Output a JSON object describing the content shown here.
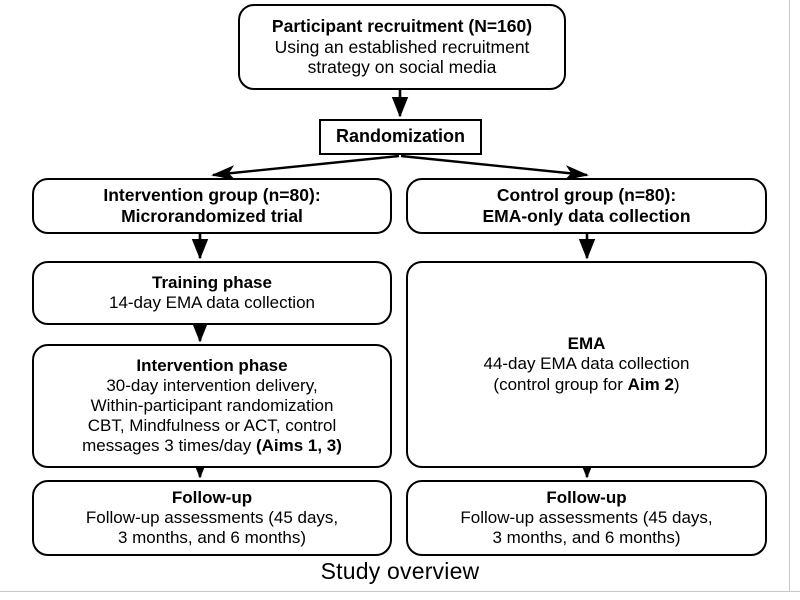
{
  "figure": {
    "caption": "Study overview",
    "stroke_color": "#000000",
    "background_color": "#ffffff",
    "frame_color": "#c8c8c8"
  },
  "nodes": {
    "recruitment": {
      "shape": "rounded-rect",
      "lines": [
        {
          "text": "Participant recruitment (N=160)",
          "bold": true
        },
        {
          "text": "Using an established recruitment",
          "bold": false
        },
        {
          "text": "strategy on social media",
          "bold": false
        }
      ]
    },
    "randomization": {
      "shape": "rect",
      "lines": [
        {
          "text": "Randomization",
          "bold": true
        }
      ]
    },
    "intervention_group": {
      "shape": "rounded-rect",
      "lines": [
        {
          "text": "Intervention group (n=80):",
          "bold": true
        },
        {
          "text": "Microrandomized trial",
          "bold": true
        }
      ]
    },
    "control_group": {
      "shape": "rounded-rect",
      "lines": [
        {
          "text": "Control group (n=80):",
          "bold": true
        },
        {
          "text": "EMA-only data collection",
          "bold": true
        }
      ]
    },
    "training_phase": {
      "shape": "rounded-rect",
      "lines": [
        {
          "text": "Training phase",
          "bold": true
        },
        {
          "text": "14-day EMA data collection",
          "bold": false
        }
      ]
    },
    "intervention_phase": {
      "shape": "rounded-rect",
      "lines": [
        {
          "text": "Intervention phase",
          "bold": true
        },
        {
          "text": "30-day intervention delivery,",
          "bold": false
        },
        {
          "text": "Within-participant randomization",
          "bold": false
        },
        {
          "text": "CBT, Mindfulness or ACT, control",
          "bold": false
        },
        {
          "text": "messages 3 times/day (Aims 1, 3)",
          "bold": false,
          "bold_suffix": "(Aims 1, 3)"
        }
      ]
    },
    "ema": {
      "shape": "rounded-rect",
      "lines": [
        {
          "text": "EMA",
          "bold": true
        },
        {
          "text": "44-day EMA data collection",
          "bold": false
        },
        {
          "text": "(control group for Aim 2)",
          "bold": false,
          "bold_segment": "Aim 2"
        }
      ]
    },
    "followup_left": {
      "shape": "rounded-rect",
      "lines": [
        {
          "text": "Follow-up",
          "bold": true
        },
        {
          "text": "Follow-up assessments (45 days,",
          "bold": false
        },
        {
          "text": "3 months, and 6 months)",
          "bold": false
        }
      ]
    },
    "followup_right": {
      "shape": "rounded-rect",
      "lines": [
        {
          "text": "Follow-up",
          "bold": true
        },
        {
          "text": "Follow-up assessments (45 days,",
          "bold": false
        },
        {
          "text": "3 months, and 6 months)",
          "bold": false
        }
      ]
    }
  },
  "edges": [
    {
      "from": "recruitment",
      "to": "randomization",
      "style": "straight-arrow"
    },
    {
      "from": "randomization",
      "to": "intervention_group",
      "style": "diagonal-arrow"
    },
    {
      "from": "randomization",
      "to": "control_group",
      "style": "diagonal-arrow"
    },
    {
      "from": "intervention_group",
      "to": "training_phase",
      "style": "straight-arrow"
    },
    {
      "from": "training_phase",
      "to": "intervention_phase",
      "style": "straight-arrow"
    },
    {
      "from": "intervention_phase",
      "to": "followup_left",
      "style": "straight-arrow"
    },
    {
      "from": "control_group",
      "to": "ema",
      "style": "straight-arrow"
    },
    {
      "from": "ema",
      "to": "followup_right",
      "style": "straight-arrow"
    }
  ]
}
